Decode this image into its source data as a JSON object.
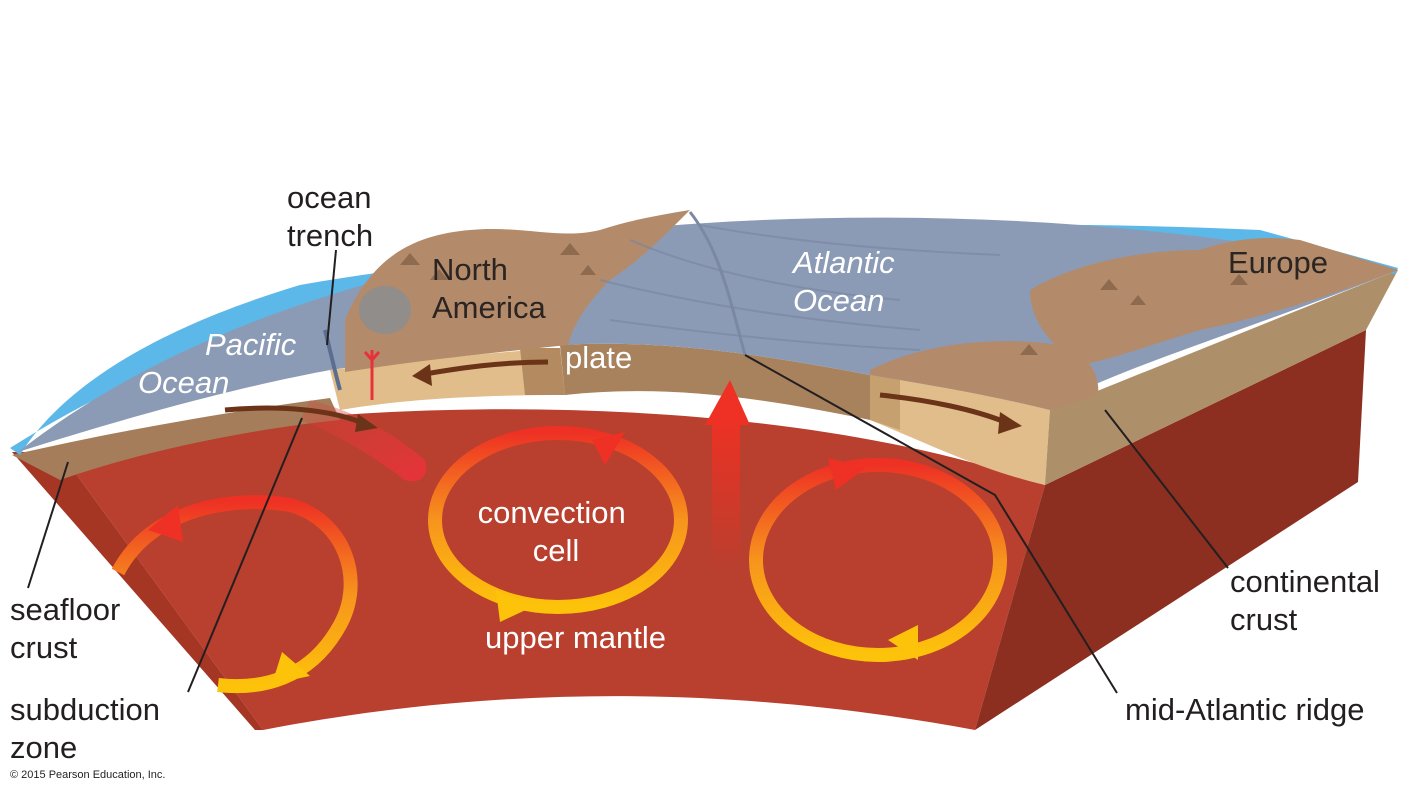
{
  "labels": {
    "ocean_trench": [
      "ocean",
      "trench"
    ],
    "north_america": [
      "North",
      "America"
    ],
    "atlantic_ocean": [
      "Atlantic",
      "Ocean"
    ],
    "europe": "Europe",
    "pacific_ocean": [
      "Pacific",
      "Ocean"
    ],
    "plate": "plate",
    "convection_cell": [
      "convection",
      "cell"
    ],
    "upper_mantle": "upper mantle",
    "seafloor_crust": [
      "seafloor",
      "crust"
    ],
    "subduction_zone": [
      "subduction",
      "zone"
    ],
    "continental_crust": [
      "continental",
      "crust"
    ],
    "mid_atlantic_ridge": "mid-Atlantic ridge"
  },
  "copyright": "© 2015 Pearson Education, Inc.",
  "colors": {
    "mantle": "#b93f2e",
    "mantle_side": "#8c2e20",
    "ocean_surface": "#8c9bb5",
    "atmosphere": "#5bb8e8",
    "land": "#b38a6a",
    "crust_band": "#a57d5a",
    "plate_light": "#e0bd8b",
    "arrow_brown": "#6b3318",
    "convection_hot": "#ee3124",
    "convection_cool": "#fdc30a"
  }
}
